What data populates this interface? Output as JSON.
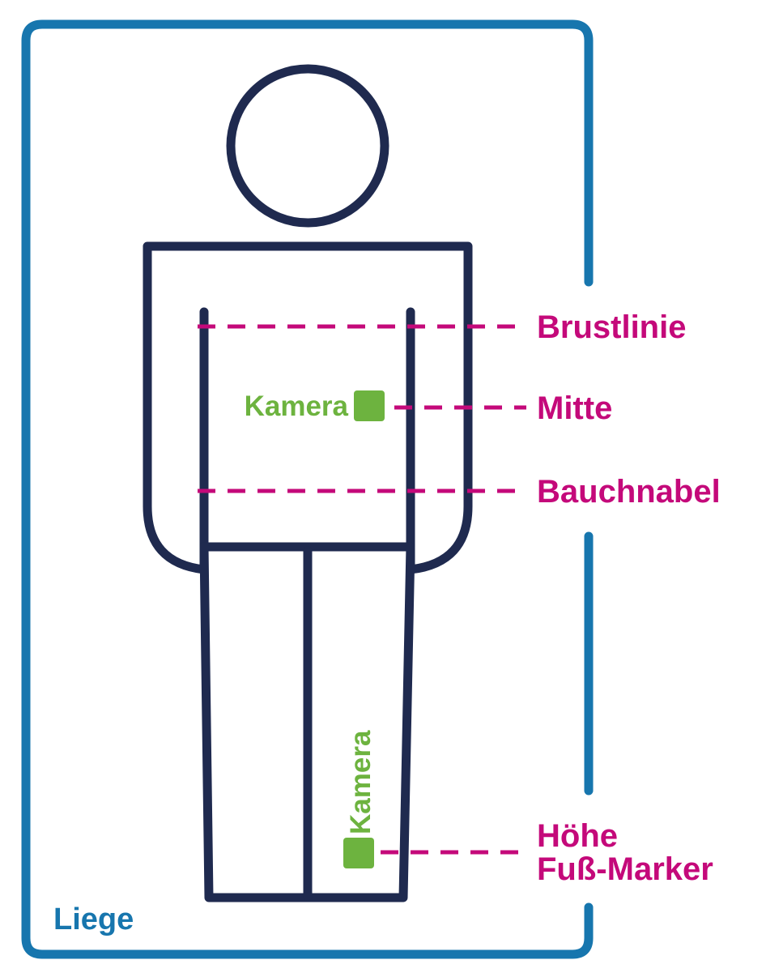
{
  "labels": {
    "bed": "Liege",
    "chest_line": "Brustlinie",
    "middle": "Mitte",
    "navel": "Bauchnabel",
    "foot_marker_line1": "Höhe",
    "foot_marker_line2": "Fuß-Marker",
    "camera_torso": "Kamera",
    "camera_leg": "Kamera"
  },
  "colors": {
    "bed_frame": "#1776ae",
    "figure": "#1f2a4f",
    "guide_lines": "#c4097a",
    "camera": "#6db33f"
  }
}
